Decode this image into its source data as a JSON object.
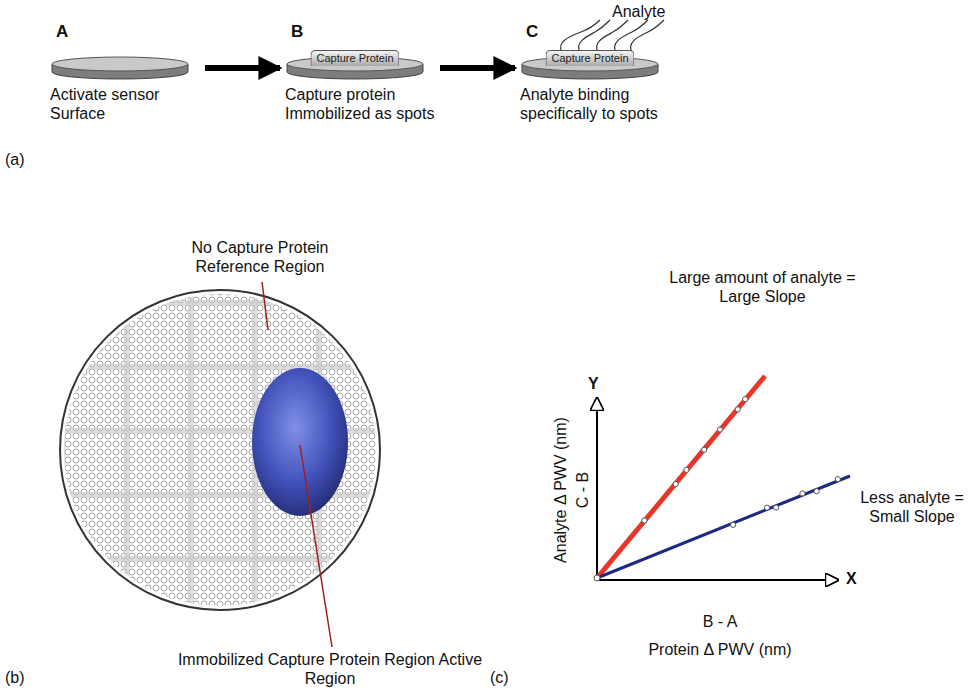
{
  "diagram": {
    "nodes": [
      {
        "text": [
          "A",
          "Activate sensor Surface"
        ]
      },
      {
        "text": [
          "B",
          "Capture Protein",
          "Capture protein Immobilized as spots"
        ]
      },
      {
        "text": [
          "C",
          "Capture Protein",
          "Analyte binding specifically to spots"
        ]
      }
    ],
    "edges": [
      {
        "from": 0,
        "to": 1,
        "arrow": "to"
      },
      {
        "from": 1,
        "to": 2,
        "arrow": "to"
      }
    ],
    "labels": [
      "Analyte",
      "(a)",
      "No Capture Protein Reference Region",
      "Immobilized Capture Protein Region Active Region",
      "(b)",
      "Large amount of analyte = Large Slope",
      "Less analyte = Small Slope",
      "Y",
      "X",
      "Analyte Δ PWV (nm)",
      "C - B",
      "B - A",
      "Protein Δ PWV (nm)",
      "(c)"
    ]
  }
}
